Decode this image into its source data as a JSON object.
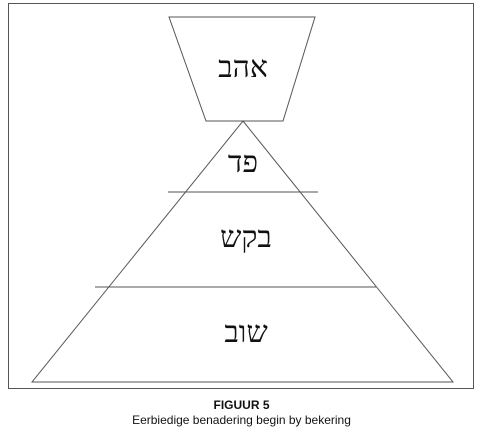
{
  "diagram": {
    "levels": [
      {
        "label": "אהב"
      },
      {
        "label": "פד"
      },
      {
        "label": "בקש"
      },
      {
        "label": "שוב"
      }
    ]
  },
  "caption": {
    "title": "FIGUUR 5",
    "subtitle": "Eerbiedige benadering begin by bekering"
  },
  "colors": {
    "stroke": "#555555",
    "text": "#111111"
  }
}
